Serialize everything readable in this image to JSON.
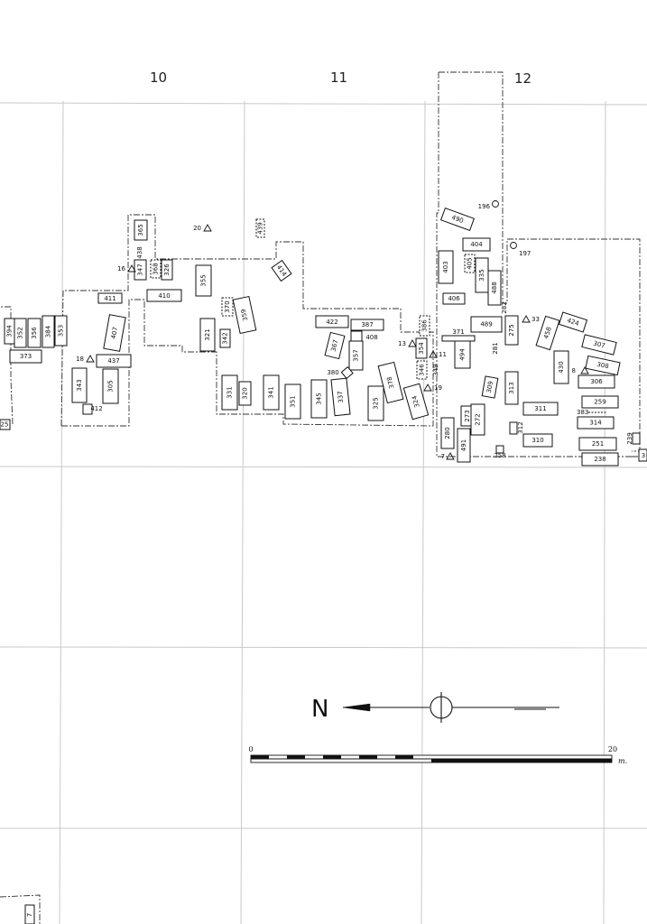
{
  "grid_columns": [
    "10",
    "11",
    "12"
  ],
  "features": [
    "365",
    "347",
    "438",
    "368",
    "326",
    "410",
    "411",
    "355",
    "370",
    "359",
    "321",
    "342",
    "407",
    "437",
    "343",
    "305",
    "412",
    "331",
    "320",
    "341",
    "351",
    "345",
    "337",
    "378",
    "325",
    "324",
    "422",
    "387",
    "408",
    "367",
    "357",
    "380",
    "386",
    "354",
    "346",
    "349",
    "403",
    "405",
    "335",
    "488",
    "404",
    "406",
    "490",
    "489",
    "371",
    "282",
    "275",
    "281",
    "494",
    "458",
    "424",
    "307",
    "430",
    "308",
    "306",
    "259",
    "314",
    "251",
    "238",
    "313",
    "309",
    "311",
    "273",
    "272",
    "312",
    "310",
    "280",
    "491",
    "258",
    "394",
    "352",
    "356",
    "384",
    "353",
    "373",
    "25",
    "439",
    "414",
    "239",
    "3",
    "7"
  ],
  "points": [
    {
      "id": "20",
      "symbol": "triangle"
    },
    {
      "id": "16",
      "symbol": "triangle"
    },
    {
      "id": "18",
      "symbol": "triangle"
    },
    {
      "id": "13",
      "symbol": "triangle"
    },
    {
      "id": "11",
      "symbol": "triangle"
    },
    {
      "id": "19",
      "symbol": "triangle"
    },
    {
      "id": "196",
      "symbol": "circle"
    },
    {
      "id": "197",
      "symbol": "circle"
    },
    {
      "id": "33",
      "symbol": "triangle"
    },
    {
      "id": "8",
      "symbol": "triangle"
    },
    {
      "id": "383",
      "symbol": "none"
    },
    {
      "id": "7",
      "symbol": "triangle"
    }
  ],
  "north_label": "N",
  "scale": {
    "start": "0",
    "end": "20",
    "unit": "m."
  }
}
